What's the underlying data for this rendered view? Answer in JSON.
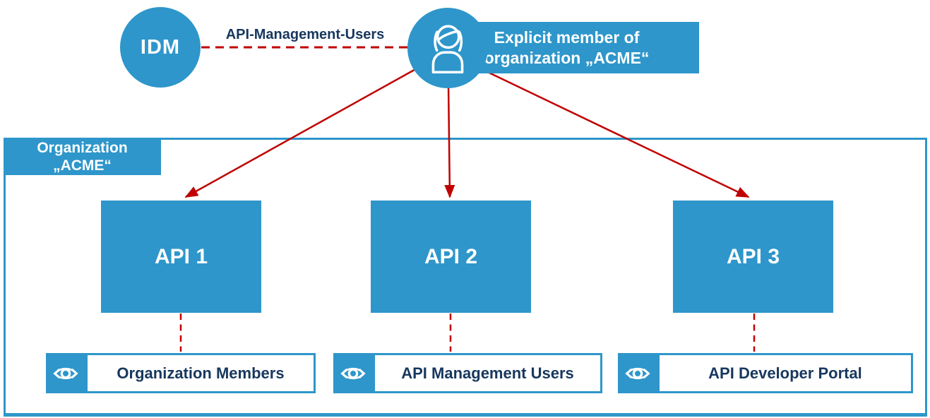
{
  "diagram": {
    "idm": {
      "label": "IDM"
    },
    "link_label": "API-Management-Users",
    "user_badge": {
      "line1": "Explicit member of",
      "line2": "organization „ACME“"
    },
    "org": {
      "line1": "Organization",
      "line2": "„ACME“"
    },
    "apis": [
      {
        "label": "API 1"
      },
      {
        "label": "API 2"
      },
      {
        "label": "API 3"
      }
    ],
    "views": [
      {
        "label": "Organization Members",
        "icon": "eye-icon"
      },
      {
        "label": "API Management Users",
        "icon": "eye-icon"
      },
      {
        "label": "API Developer Portal",
        "icon": "eye-icon"
      }
    ],
    "icons": {
      "user": "person-icon",
      "view": "eye-icon"
    },
    "colors": {
      "blue": "#2E96CA",
      "navy": "#17375E",
      "red": "#C00000"
    }
  }
}
